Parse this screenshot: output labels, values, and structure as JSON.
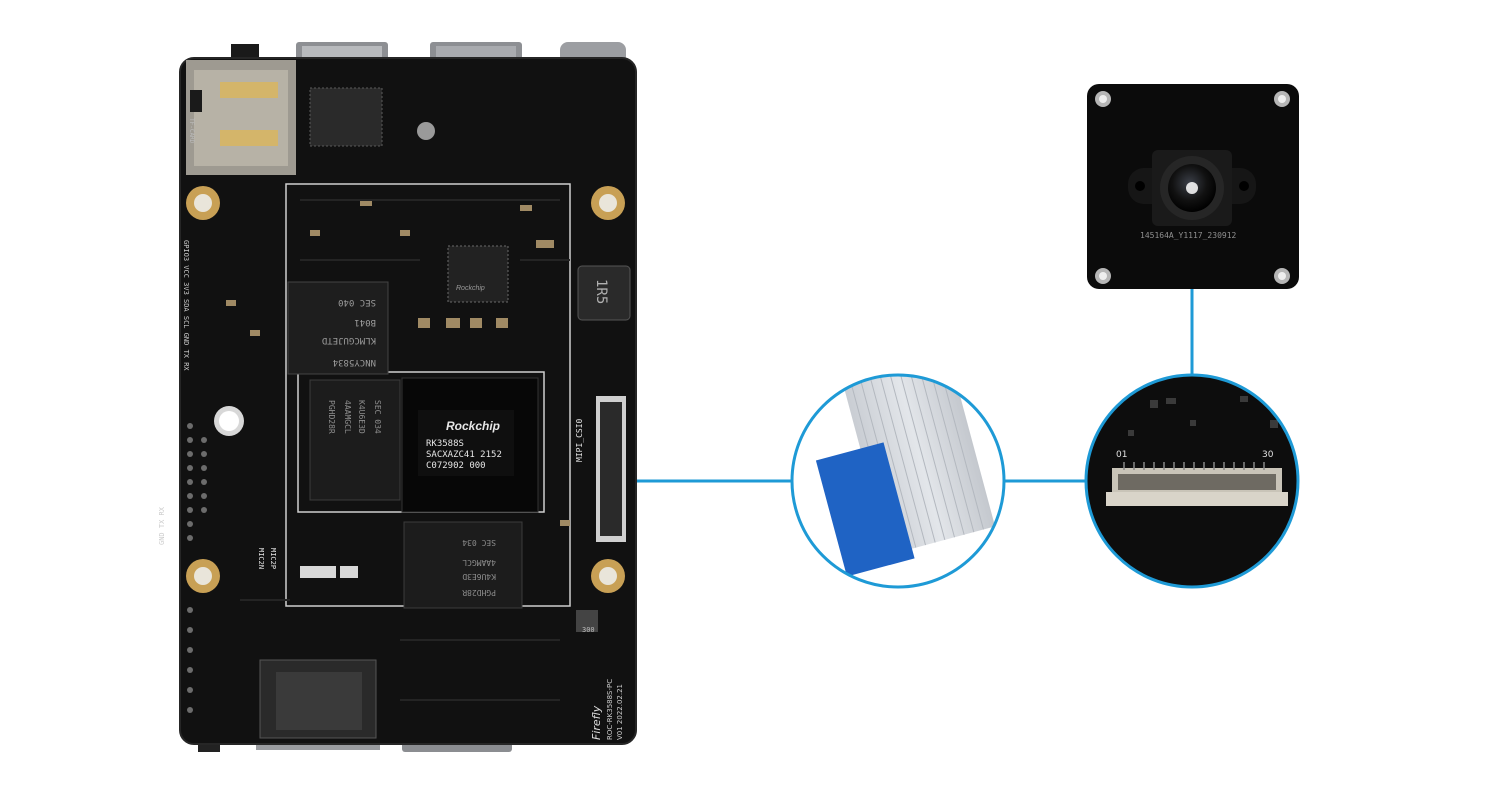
{
  "board": {
    "soc_brand": "Rockchip",
    "soc_model": "RK3588S",
    "soc_line2": "SACXAZC41 2152",
    "soc_line3": "C072902 000",
    "pmic_brand": "Rockchip",
    "inductor_marking": "1R5",
    "emmc_line1": "NNCY5834",
    "emmc_line2": "KLMCGUJETD",
    "emmc_line3": "B041",
    "emmc_line4": "SEC 040",
    "ram_top_line1": "SEC 034",
    "ram_top_line2": "K4U6E3D",
    "ram_top_line3": "4AAMGCL",
    "ram_top_line4": "PGHD28R",
    "ram_bottom_line1": "PGHD28R",
    "ram_bottom_line2": "K4U6E3D",
    "ram_bottom_line3": "4AAMGCL",
    "ram_bottom_line4": "SEC 034",
    "csi_label": "MIPI_CSI0",
    "tf_label": "TF-CARD",
    "mic_label1": "MIC2N",
    "mic_label2": "MIC2P",
    "uart_label": "GND TX RX",
    "gpio_label": "GPIO3 VCC 3V3 SDA SCL GND TX RX",
    "component_code": "300",
    "brand_label": "Firefly",
    "model_label": "ROC-RK3588S-PC",
    "version_label": "V01 2022.02.21"
  },
  "camera": {
    "lens_code": "145164A_Y1117_230912"
  },
  "connector": {
    "pin_start": "01",
    "pin_end": "30"
  },
  "colors": {
    "accent_line": "#1e9ad6",
    "pcb": "#111111",
    "ribbon_blue": "#1f63c4",
    "ribbon_gray": "#d2d6dc",
    "gold": "#c8a055"
  }
}
